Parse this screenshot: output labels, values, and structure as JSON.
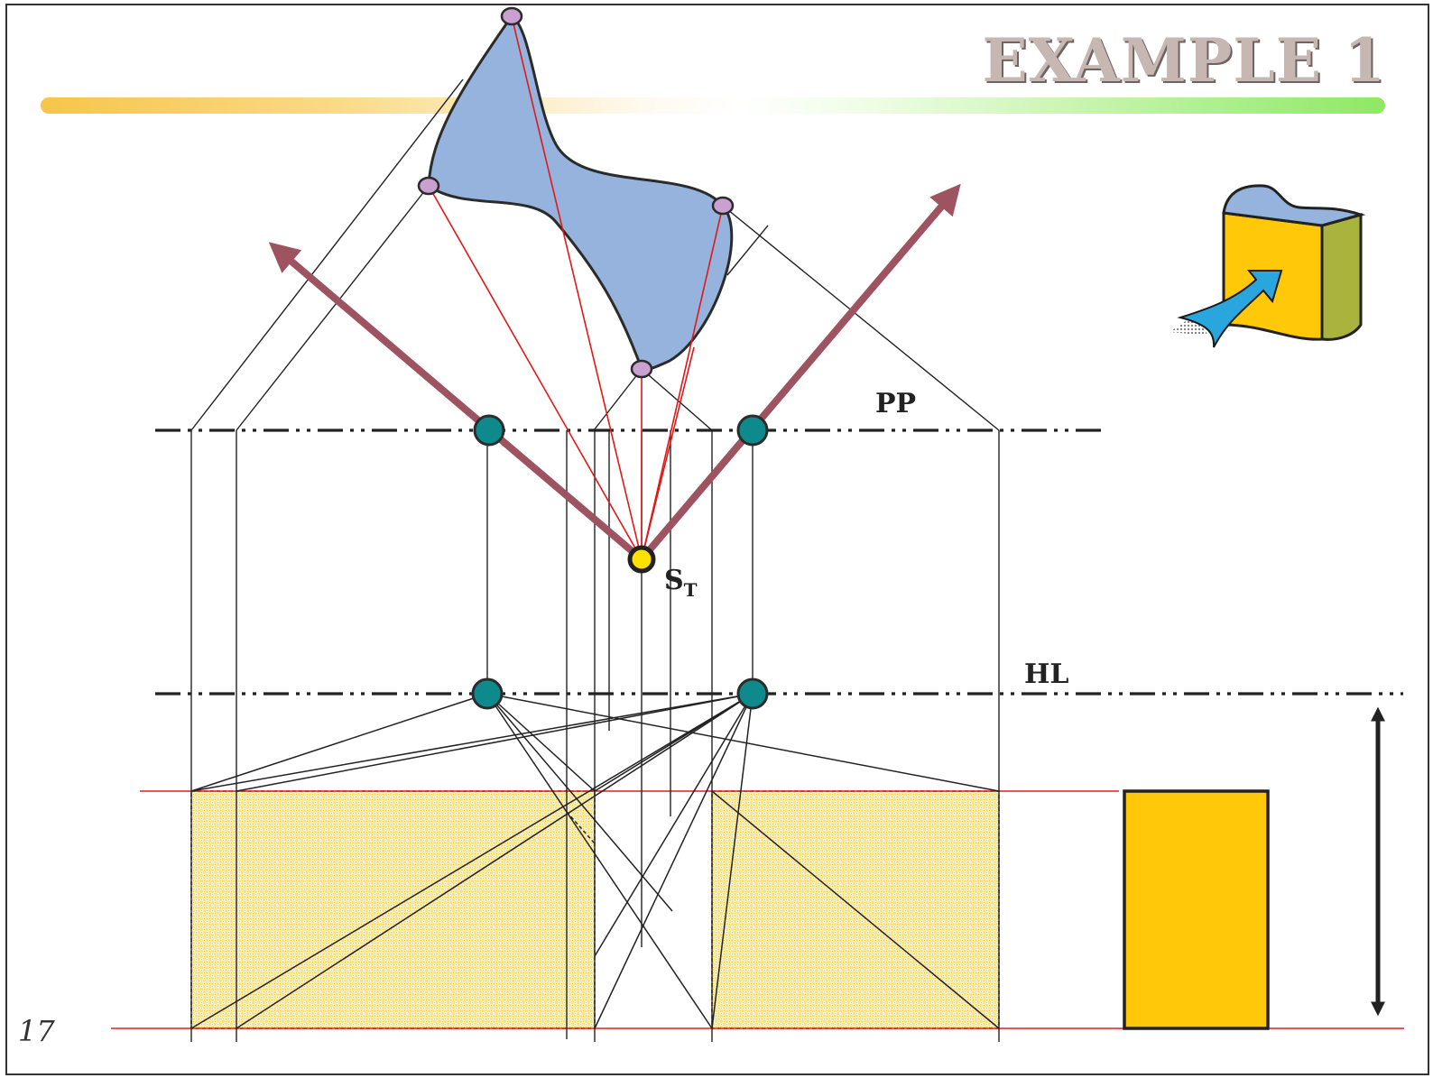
{
  "slide": {
    "title": "EXAMPLE 1",
    "number": "17"
  },
  "labels": {
    "picture_plane": "PP",
    "horizon_line": "HL",
    "station_point": "S",
    "station_point_subscript": "T"
  },
  "colors": {
    "title_bar_left": "#f5c64a",
    "title_bar_right": "#8fe864",
    "plan_shape_fill": "#95b3dc",
    "vertex_marker": "#c9a0cf",
    "vanishing_point": "#0f8a8c",
    "station_point": "#ffe000",
    "direction_arrow": "#9e5460",
    "projection_ray": "#e01818",
    "red_ground_line": "#e21c1c",
    "perspective_fill": "#f3d55a",
    "elevation_block": "#ffc808",
    "icon_side_face": "#a8b43c",
    "icon_arrow": "#2aa6df"
  }
}
